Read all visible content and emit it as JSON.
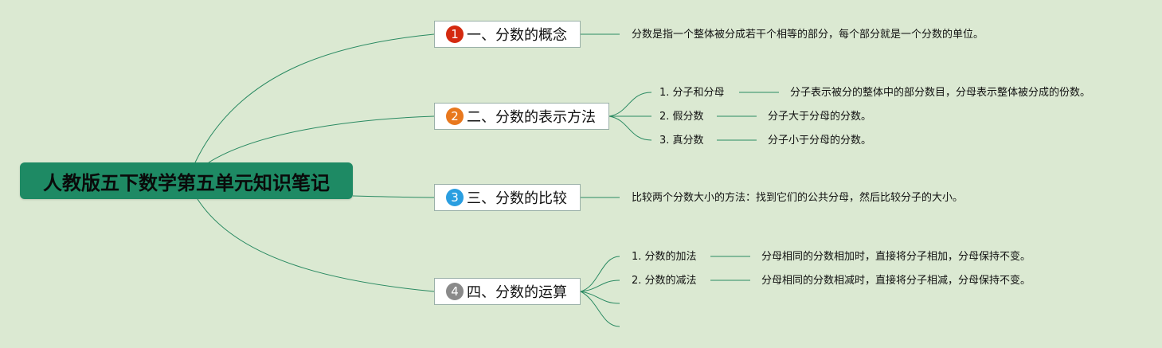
{
  "root": {
    "title": "人教版五下数学第五单元知识笔记"
  },
  "branches": [
    {
      "number": "1",
      "color": "#d42a10",
      "label": "一、分数的概念"
    },
    {
      "number": "2",
      "color": "#e8781e",
      "label": "二、分数的表示方法"
    },
    {
      "number": "3",
      "color": "#2a9ee0",
      "label": "三、分数的比较"
    },
    {
      "number": "4",
      "color": "#8a8a8a",
      "label": "四、分数的运算"
    }
  ],
  "b1": {
    "note": "分数是指一个整体被分成若干个相等的部分，每个部分就是一个分数的单位。"
  },
  "b2": {
    "items": [
      {
        "label": "1. 分子和分母",
        "note": "分子表示被分的整体中的部分数目，分母表示整体被分成的份数。"
      },
      {
        "label": "2. 假分数",
        "note": "分子大于分母的分数。"
      },
      {
        "label": "3. 真分数",
        "note": "分子小于分母的分数。"
      }
    ]
  },
  "b3": {
    "note": "比较两个分数大小的方法：找到它们的公共分母，然后比较分子的大小。"
  },
  "b4": {
    "items": [
      {
        "label": "1. 分数的加法",
        "note": "分母相同的分数相加时，直接将分子相加，分母保持不变。"
      },
      {
        "label": "2. 分数的减法",
        "note": "分母相同的分数相减时，直接将分子相减，分母保持不变。"
      }
    ]
  },
  "colors": {
    "background": "#dbe9d2",
    "line": "#2a8a62",
    "root": "#1e8a64"
  }
}
